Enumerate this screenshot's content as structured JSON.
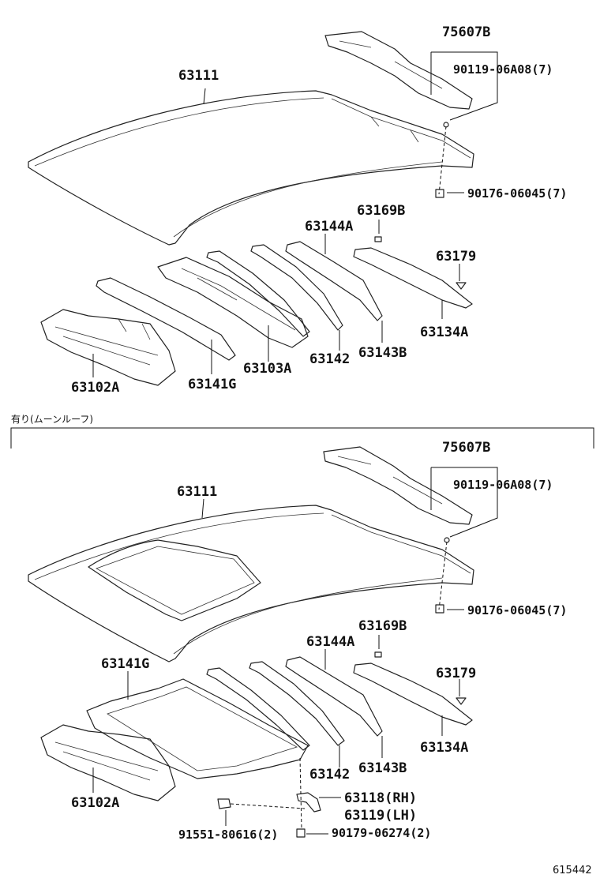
{
  "top": {
    "labels": {
      "p75607b": "75607B",
      "p90119": "90119-06A08(7)",
      "p63111": "63111",
      "p90176": "90176-06045(7)",
      "p63169b": "63169B",
      "p63144a": "63144A",
      "p63179": "63179",
      "p63134a": "63134A",
      "p63143b": "63143B",
      "p63142": "63142",
      "p63103a": "63103A",
      "p63141g": "63141G",
      "p63102a": "63102A"
    }
  },
  "section_note": "有り(ムーンルーフ)",
  "bottom": {
    "labels": {
      "p75607b": "75607B",
      "p90119": "90119-06A08(7)",
      "p63111": "63111",
      "p90176": "90176-06045(7)",
      "p63169b": "63169B",
      "p63144a": "63144A",
      "p63179": "63179",
      "p63134a": "63134A",
      "p63141g": "63141G",
      "p63142": "63142",
      "p63143b": "63143B",
      "p63102a": "63102A",
      "p63118": "63118(RH)",
      "p63119": "63119(LH)",
      "p91551": "91551-80616(2)",
      "p90179": "90179-06274(2)"
    }
  },
  "diagram_code": "615442"
}
